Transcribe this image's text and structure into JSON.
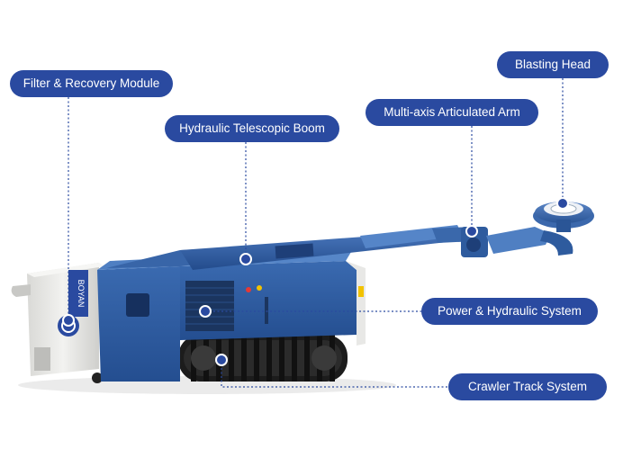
{
  "callouts": {
    "filter_recovery": "Filter & Recovery Module",
    "telescopic_boom": "Hydraulic Telescopic Boom",
    "articulated_arm": "Multi-axis Articulated Arm",
    "blasting_head": "Blasting Head",
    "power_hydraulic": "Power & Hydraulic System",
    "crawler_track": "Crawler Track System"
  },
  "machine_branding": "BOYAN",
  "colors": {
    "label_bg": "#2a4aa0",
    "body_blue": "#2f5da3",
    "body_dark": "#1f3f78",
    "module_white": "#e8e8e6",
    "track_black": "#1c1c1c",
    "leader_line": "#2a4aa0"
  }
}
